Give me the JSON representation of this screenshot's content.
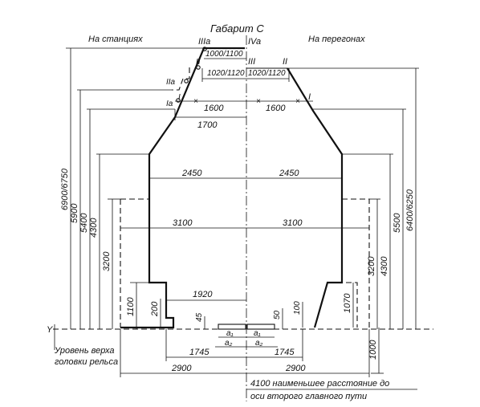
{
  "title": "Габарит С",
  "side_left": "На станциях",
  "side_right": "На перегонах",
  "points": {
    "IIIa": "IIIa",
    "IVa": "IVa",
    "II": "II",
    "III": "III",
    "IIa": "IIa",
    "Ia": "Ia",
    "I": "I",
    "IIr": "II",
    "Ir": "I",
    "Y": "Y"
  },
  "widths": {
    "w1000_1100": "1000/1100",
    "w1020_1120_l": "1020/1120",
    "w1020_1120_r": "1020/1120",
    "w1600_l": "1600",
    "w1600_r": "1600",
    "w1700": "1700",
    "w2450_l": "2450",
    "w2450_r": "2450",
    "w3100_l": "3100",
    "w3100_r": "3100",
    "w1920": "1920",
    "w1745_l": "1745",
    "w1745_r": "1745",
    "w2900_l": "2900",
    "w2900_r": "2900"
  },
  "heights_left": {
    "h6900_6750": "6900/6750",
    "h5900": "5900",
    "h5400": "5400",
    "h4300": "4300",
    "h3200": "3200",
    "h1100": "1100",
    "h200": "200",
    "h45": "45"
  },
  "heights_right": {
    "h6400_6250": "6400/6250",
    "h5500": "5500",
    "h4300": "4300",
    "h3200": "3200",
    "h1070": "1070",
    "h100": "100",
    "h50": "50",
    "h1000": "1000"
  },
  "rail_labels": {
    "a1_l": "a₁",
    "a1_r": "a₁",
    "a2_l": "a₂",
    "a2_r": "a₂"
  },
  "note_rail": [
    "Уровень верха",
    "головки рельса"
  ],
  "note_track": [
    "4100 наименьшее расстояние до",
    "оси второго главного пути"
  ]
}
